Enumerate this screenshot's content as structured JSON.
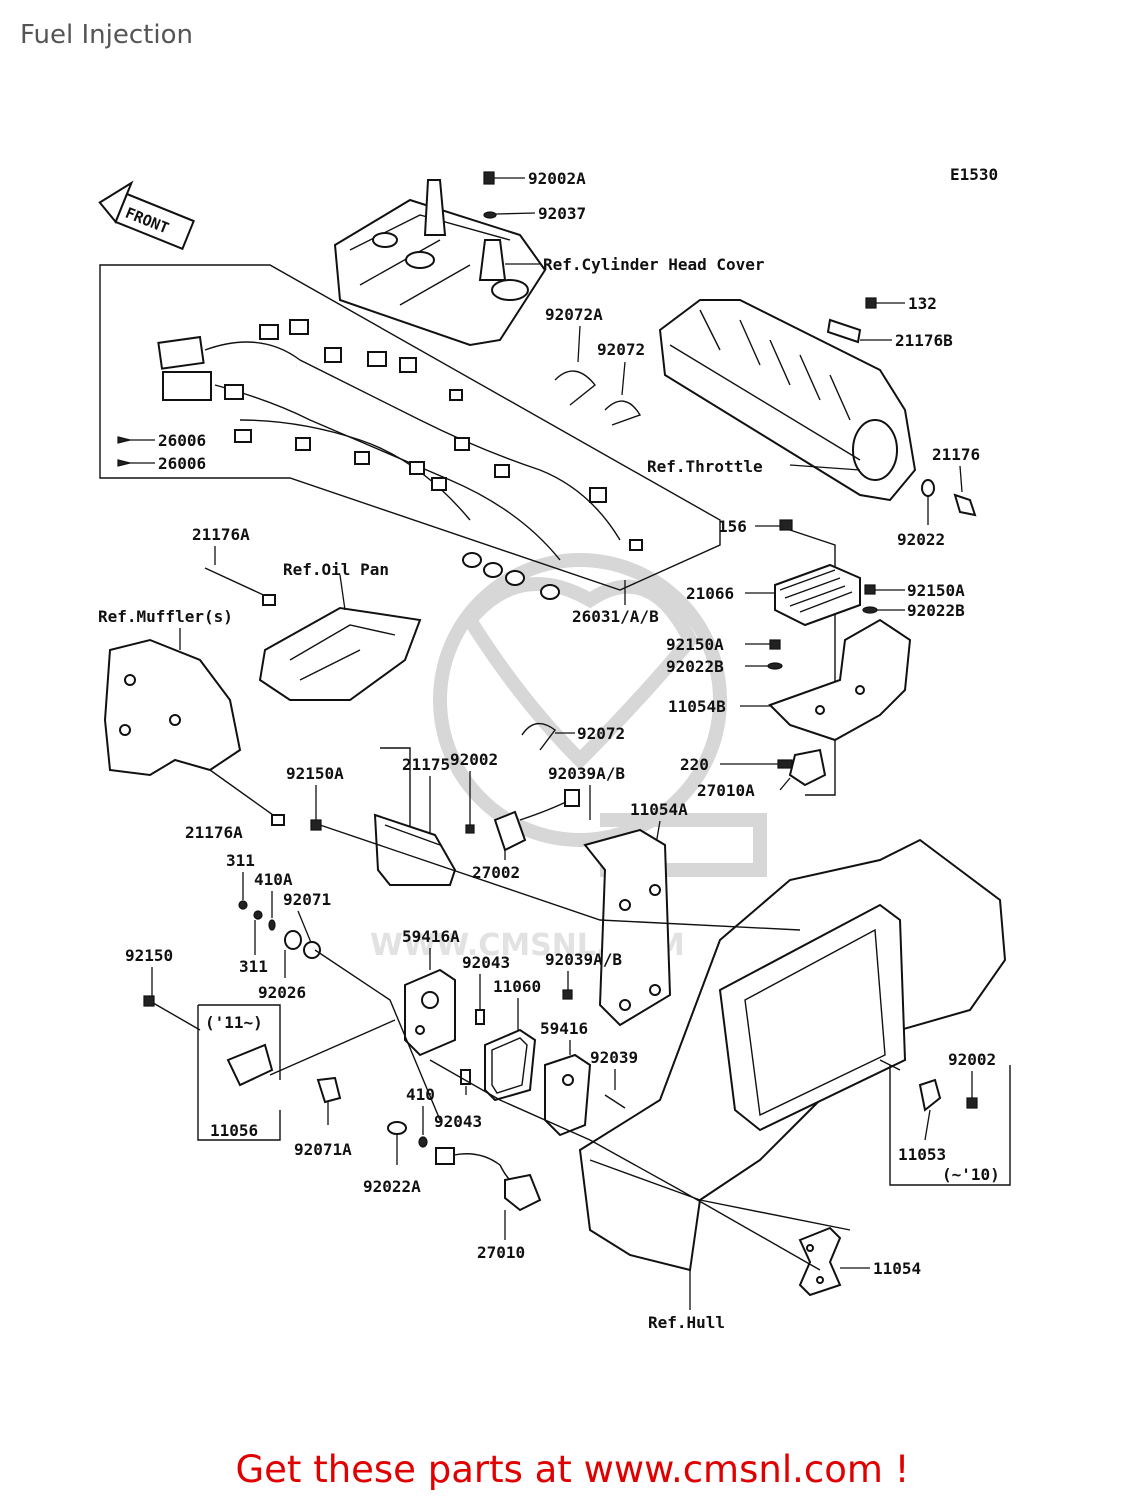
{
  "page_title": "Fuel Injection",
  "diagram_code": "E1530",
  "front_arrow": "FRONT",
  "footer": "Get these parts at www.cmsnl.com !",
  "watermark": "WWW.CMSNL.COM",
  "colors": {
    "footer": "#e00000",
    "title": "#555555",
    "line": "#111111",
    "watermark": "#d7d7d7"
  },
  "references": {
    "cylinder_head_cover": "Ref.Cylinder Head Cover",
    "throttle": "Ref.Throttle",
    "oil_pan": "Ref.Oil Pan",
    "muffler": "Ref.Muffler(s)",
    "hull": "Ref.Hull"
  },
  "notes": {
    "from_11": "('11~)",
    "to_10": "(~'10)"
  },
  "parts": {
    "p92002A": "92002A",
    "p92037": "92037",
    "p92072A": "92072A",
    "p92072_a": "92072",
    "p132": "132",
    "p21176B": "21176B",
    "p26006_a": "26006",
    "p26006_b": "26006",
    "p21176": "21176",
    "p92022": "92022",
    "p156": "156",
    "p21176A_a": "21176A",
    "p21066": "21066",
    "p92150A_a": "92150A",
    "p92022B_a": "92022B",
    "p26031": "26031/A/B",
    "p92150A_b": "92150A",
    "p92022B_b": "92022B",
    "p11054B": "11054B",
    "p92072_b": "92072",
    "p21175": "21175",
    "p92002_a": "92002",
    "p92039AB_a": "92039A/B",
    "p92150A_c": "92150A",
    "p220": "220",
    "p27010A": "27010A",
    "p11054A": "11054A",
    "p21176A_b": "21176A",
    "p27002": "27002",
    "p311_a": "311",
    "p410A": "410A",
    "p92071": "92071",
    "p92039AB_b": "92039A/B",
    "p59416A": "59416A",
    "p311_b": "311",
    "p92150": "92150",
    "p92043_a": "92043",
    "p92026": "92026",
    "p11060": "11060",
    "p59416": "59416",
    "p92039": "92039",
    "p92002_b": "92002",
    "p410": "410",
    "p92043_b": "92043",
    "p11056": "11056",
    "p92071A": "92071A",
    "p92022A": "92022A",
    "p11053": "11053",
    "p27010": "27010",
    "p11054": "11054"
  }
}
